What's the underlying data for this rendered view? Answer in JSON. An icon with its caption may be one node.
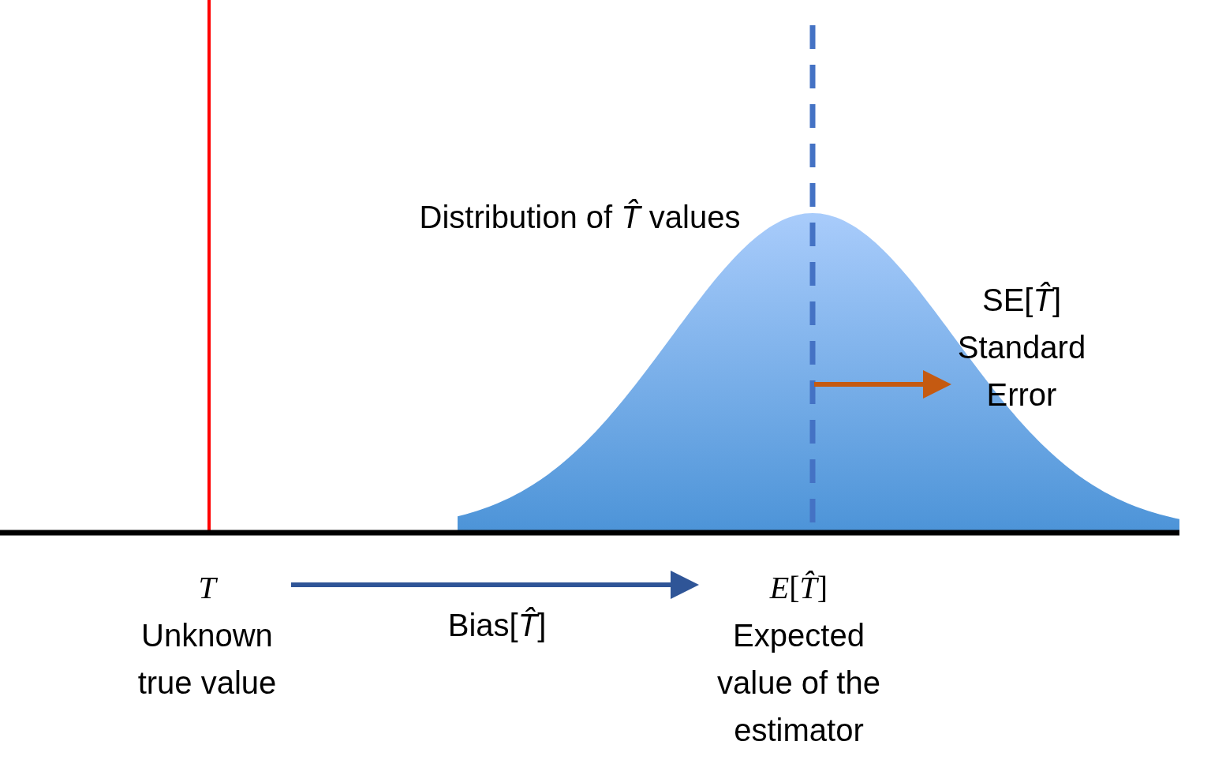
{
  "diagram": {
    "nodes": [
      {
        "text": [
          "*T*",
          "Unknown true value"
        ]
      },
      {
        "text": [
          "*E*[*T̂*]",
          "Expected value of the estimator"
        ]
      }
    ],
    "edges": [
      {
        "from": 0,
        "to": 1,
        "arrow": "to",
        "label": "Bias[*T̂*]"
      }
    ],
    "labels": [
      "Distribution of *T̂* values",
      "SE[*T̂*]",
      "Standard Error"
    ]
  }
}
